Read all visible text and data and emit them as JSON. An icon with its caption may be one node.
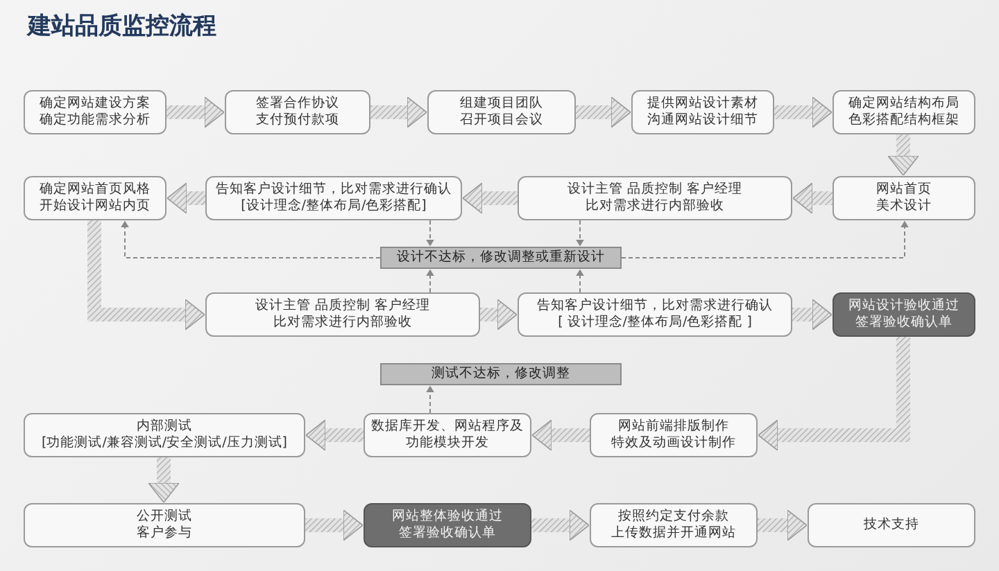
{
  "diagram": {
    "title": "建站品质监控流程",
    "nodes": [
      {
        "text": [
          "确定网站建设方案确定功能需求分析"
        ]
      },
      {
        "text": [
          "签署合作协议支付预付款项"
        ]
      },
      {
        "text": [
          "组建项目团队召开项目会议"
        ]
      },
      {
        "text": [
          "提供网站设计素材沟通网站设计细节"
        ]
      },
      {
        "text": [
          "确定网站结构布局色彩搭配结构框架"
        ]
      },
      {
        "text": [
          "确定网站首页风格开始设计网站内页"
        ]
      },
      {
        "text": [
          "告知客户设计细节，比对需求进行确认[设计理念/整体布局/色彩搭配]"
        ]
      },
      {
        "text": [
          "设计主管 品质控制 客户经理比对需求进行内部验收"
        ]
      },
      {
        "text": [
          "网站首页美术设计"
        ]
      },
      {
        "text": [
          "设计不达标，修改调整或重新设计"
        ]
      },
      {
        "text": [
          "设计主管 品质控制 客户经理比对需求进行内部验收"
        ]
      },
      {
        "text": [
          "告知客户设计细节，比对需求进行确认[ 设计理念/整体布局/色彩搭配 ]"
        ]
      },
      {
        "text": [
          "网站设计验收通过签署验收确认单"
        ]
      },
      {
        "text": [
          "测试不达标，修改调整"
        ]
      },
      {
        "text": [
          "内部测试[功能测试/兼容测试/安全测试/压力测试]"
        ]
      },
      {
        "text": [
          "数据库开发、网站程序及功能模块开发"
        ]
      },
      {
        "text": [
          "网站前端排版制作特效及动画设计制作"
        ]
      },
      {
        "text": [
          "公开测试客户参与"
        ]
      },
      {
        "text": [
          "网站整体验收通过签署验收确认单"
        ]
      },
      {
        "text": [
          "按照约定支付余款上传数据并开通网站"
        ]
      },
      {
        "text": [
          "技术支持"
        ]
      }
    ],
    "edges": [
      {
        "from": 0,
        "to": 1,
        "arrow": "to"
      },
      {
        "from": 1,
        "to": 2,
        "arrow": "to"
      },
      {
        "from": 2,
        "to": 3,
        "arrow": "to"
      },
      {
        "from": 3,
        "to": 4,
        "arrow": "to"
      },
      {
        "from": 4,
        "to": 8,
        "arrow": "to"
      },
      {
        "from": 8,
        "to": 7,
        "arrow": "to"
      },
      {
        "from": 7,
        "to": 6,
        "arrow": "to"
      },
      {
        "from": 6,
        "to": 5,
        "arrow": "to"
      },
      {
        "from": 5,
        "to": 10,
        "arrow": "to"
      },
      {
        "from": 10,
        "to": 11,
        "arrow": "to"
      },
      {
        "from": 11,
        "to": 12,
        "arrow": "to"
      },
      {
        "from": 12,
        "to": 16,
        "arrow": "to"
      },
      {
        "from": 16,
        "to": 15,
        "arrow": "to"
      },
      {
        "from": 15,
        "to": 14,
        "arrow": "to"
      },
      {
        "from": 14,
        "to": 17,
        "arrow": "to"
      },
      {
        "from": 17,
        "to": 18,
        "arrow": "to"
      },
      {
        "from": 18,
        "to": 19,
        "arrow": "to"
      },
      {
        "from": 19,
        "to": 20,
        "arrow": "to"
      },
      {
        "from": 6,
        "to": 9,
        "arrow": "to",
        "style": "dashed"
      },
      {
        "from": 7,
        "to": 9,
        "arrow": "to",
        "style": "dashed"
      },
      {
        "from": 10,
        "to": 9,
        "arrow": "to",
        "style": "dashed"
      },
      {
        "from": 11,
        "to": 9,
        "arrow": "to",
        "style": "dashed"
      },
      {
        "from": 9,
        "to": 5,
        "arrow": "to",
        "style": "dashed"
      },
      {
        "from": 9,
        "to": 8,
        "arrow": "to",
        "style": "dashed"
      },
      {
        "from": 15,
        "to": 13,
        "arrow": "to",
        "style": "dashed"
      }
    ]
  }
}
